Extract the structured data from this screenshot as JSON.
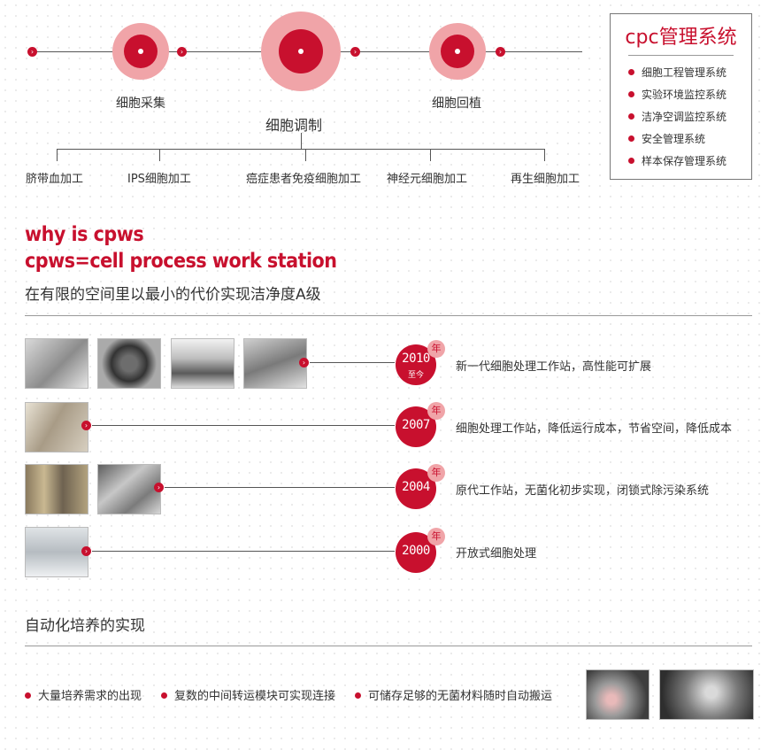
{
  "process": {
    "stages": [
      {
        "label": "细胞采集"
      },
      {
        "label": "细胞调制"
      },
      {
        "label": "细胞回植"
      }
    ],
    "sub_items": [
      "脐带血加工",
      "IPS细胞加工",
      "癌症患者免疫细胞加工",
      "神经元细胞加工",
      "再生细胞加工"
    ]
  },
  "cpc": {
    "title": "cpc管理系统",
    "items": [
      "细胞工程管理系统",
      "实验环境监控系统",
      "洁净空调监控系统",
      "安全管理系统",
      "样本保存管理系统"
    ]
  },
  "why": {
    "line1": "why is cpws",
    "line2": "cpws=cell process work station",
    "tagline": "在有限的空间里以最小的代价实现洁净度A级"
  },
  "timeline": [
    {
      "year": "2010",
      "since": "至今",
      "nian": "年",
      "desc": "新一代细胞处理工作站，高性能可扩展",
      "photo_count": 4
    },
    {
      "year": "2007",
      "nian": "年",
      "desc": "细胞处理工作站，降低运行成本，节省空间，降低成本",
      "photo_count": 1
    },
    {
      "year": "2004",
      "nian": "年",
      "desc": "原代工作站，无菌化初步实现，闭锁式除污染系统",
      "photo_count": 2
    },
    {
      "year": "2000",
      "nian": "年",
      "desc": "开放式细胞处理",
      "photo_count": 1
    }
  ],
  "automation": {
    "title": "自动化培养的实现",
    "items": [
      "大量培养需求的出现",
      "复数的中间转运模块可实现连接",
      "可储存足够的无菌材料随时自动搬运"
    ]
  },
  "icons": {
    "arrow": "chevron-right-icon",
    "bullet": "bullet-dot-icon"
  },
  "colors": {
    "accent": "#c8102e",
    "ring": "#f0a4a8"
  }
}
